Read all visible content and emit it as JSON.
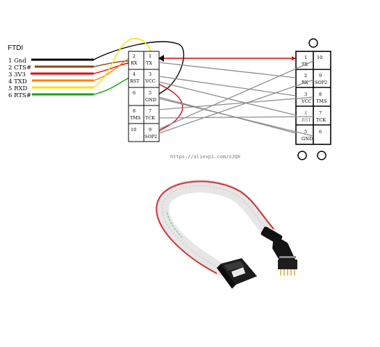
{
  "ftdi": {
    "title": "FTDI",
    "pins": [
      {
        "label": "1 Gnd",
        "color": "#000000"
      },
      {
        "label": "2 CTS#",
        "color": "#8b4513"
      },
      {
        "label": "3 3V3",
        "color": "#e00000"
      },
      {
        "label": "4 TXD",
        "color": "#ff8000"
      },
      {
        "label": "5 RXD",
        "color": "#ffe000"
      },
      {
        "label": "6 RTS#",
        "color": "#00aa00"
      }
    ]
  },
  "left_header": {
    "cells": [
      {
        "num": "2",
        "name": "RX"
      },
      {
        "num": "1",
        "name": "TX"
      },
      {
        "num": "4",
        "name": "RST"
      },
      {
        "num": "3",
        "name": "VCC"
      },
      {
        "num": "6",
        "name": ""
      },
      {
        "num": "5",
        "name": "GND"
      },
      {
        "num": "8",
        "name": "TMS"
      },
      {
        "num": "7",
        "name": "TCK"
      },
      {
        "num": "10",
        "name": ""
      },
      {
        "num": "9",
        "name": "SOP2"
      }
    ]
  },
  "right_header": {
    "cells": [
      {
        "num": "1",
        "name": "TX"
      },
      {
        "num": "10",
        "name": ""
      },
      {
        "num": "2",
        "name": "RX"
      },
      {
        "num": "9",
        "name": "SOP2"
      },
      {
        "num": "3",
        "name": "VCC"
      },
      {
        "num": "8",
        "name": "TMS"
      },
      {
        "num": "4",
        "name": "RST"
      },
      {
        "num": "7",
        "name": "TCK"
      },
      {
        "num": "5",
        "name": "GND"
      },
      {
        "num": "6",
        "name": ""
      }
    ]
  },
  "watermark": "https://aliexpi.com/xJQX",
  "colors": {
    "wire_gray": "#8c8c8c",
    "wire_red": "#e00000",
    "wire_yellow": "#ffe000",
    "wire_black": "#000000",
    "wire_green": "#00aa00",
    "wire_orange": "#ff8000",
    "wire_brown": "#8b4513"
  }
}
